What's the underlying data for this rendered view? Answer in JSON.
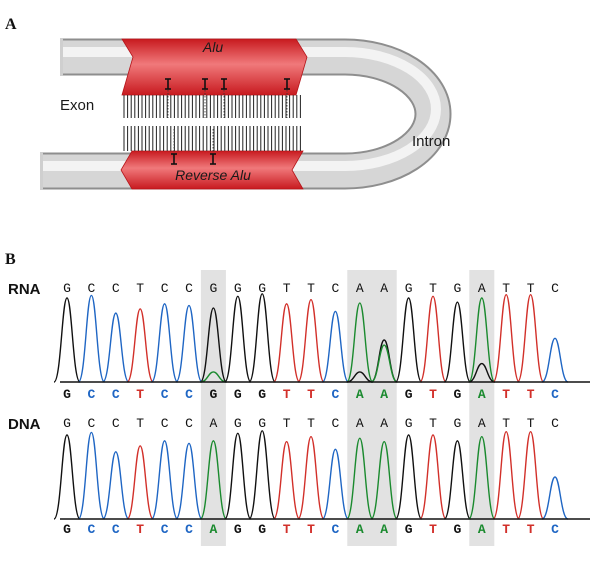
{
  "panel_a": {
    "label": "A",
    "alu_label": "Alu",
    "reverse_alu_label": "Reverse Alu",
    "exon_label": "Exon",
    "intron_label": "Intron"
  },
  "panel_b": {
    "label": "B",
    "rna_label": "RNA",
    "dna_label": "DNA",
    "rna_top_sequence": [
      "G",
      "C",
      "C",
      "T",
      "C",
      "C",
      "G",
      "G",
      "G",
      "T",
      "T",
      "C",
      "A",
      "A",
      "G",
      "T",
      "G",
      "A",
      "T",
      "T",
      "C"
    ],
    "rna_called_sequence": [
      "G",
      "C",
      "C",
      "T",
      "C",
      "C",
      "G",
      "G",
      "G",
      "T",
      "T",
      "C",
      "A",
      "A",
      "G",
      "T",
      "G",
      "A",
      "T",
      "T",
      "C"
    ],
    "dna_top_sequence": [
      "G",
      "C",
      "C",
      "T",
      "C",
      "C",
      "A",
      "G",
      "G",
      "T",
      "T",
      "C",
      "A",
      "A",
      "G",
      "T",
      "G",
      "A",
      "T",
      "T",
      "C"
    ],
    "dna_called_sequence": [
      "G",
      "C",
      "C",
      "T",
      "C",
      "C",
      "A",
      "G",
      "G",
      "T",
      "T",
      "C",
      "A",
      "A",
      "G",
      "T",
      "G",
      "A",
      "T",
      "T",
      "C"
    ],
    "highlighted_positions": [
      6,
      12,
      13,
      17
    ],
    "base_colors": {
      "A": "#1a8a2e",
      "C": "#1f66c4",
      "G": "#111111",
      "T": "#d2302a"
    },
    "highlight_color": "#e2e2e2"
  }
}
